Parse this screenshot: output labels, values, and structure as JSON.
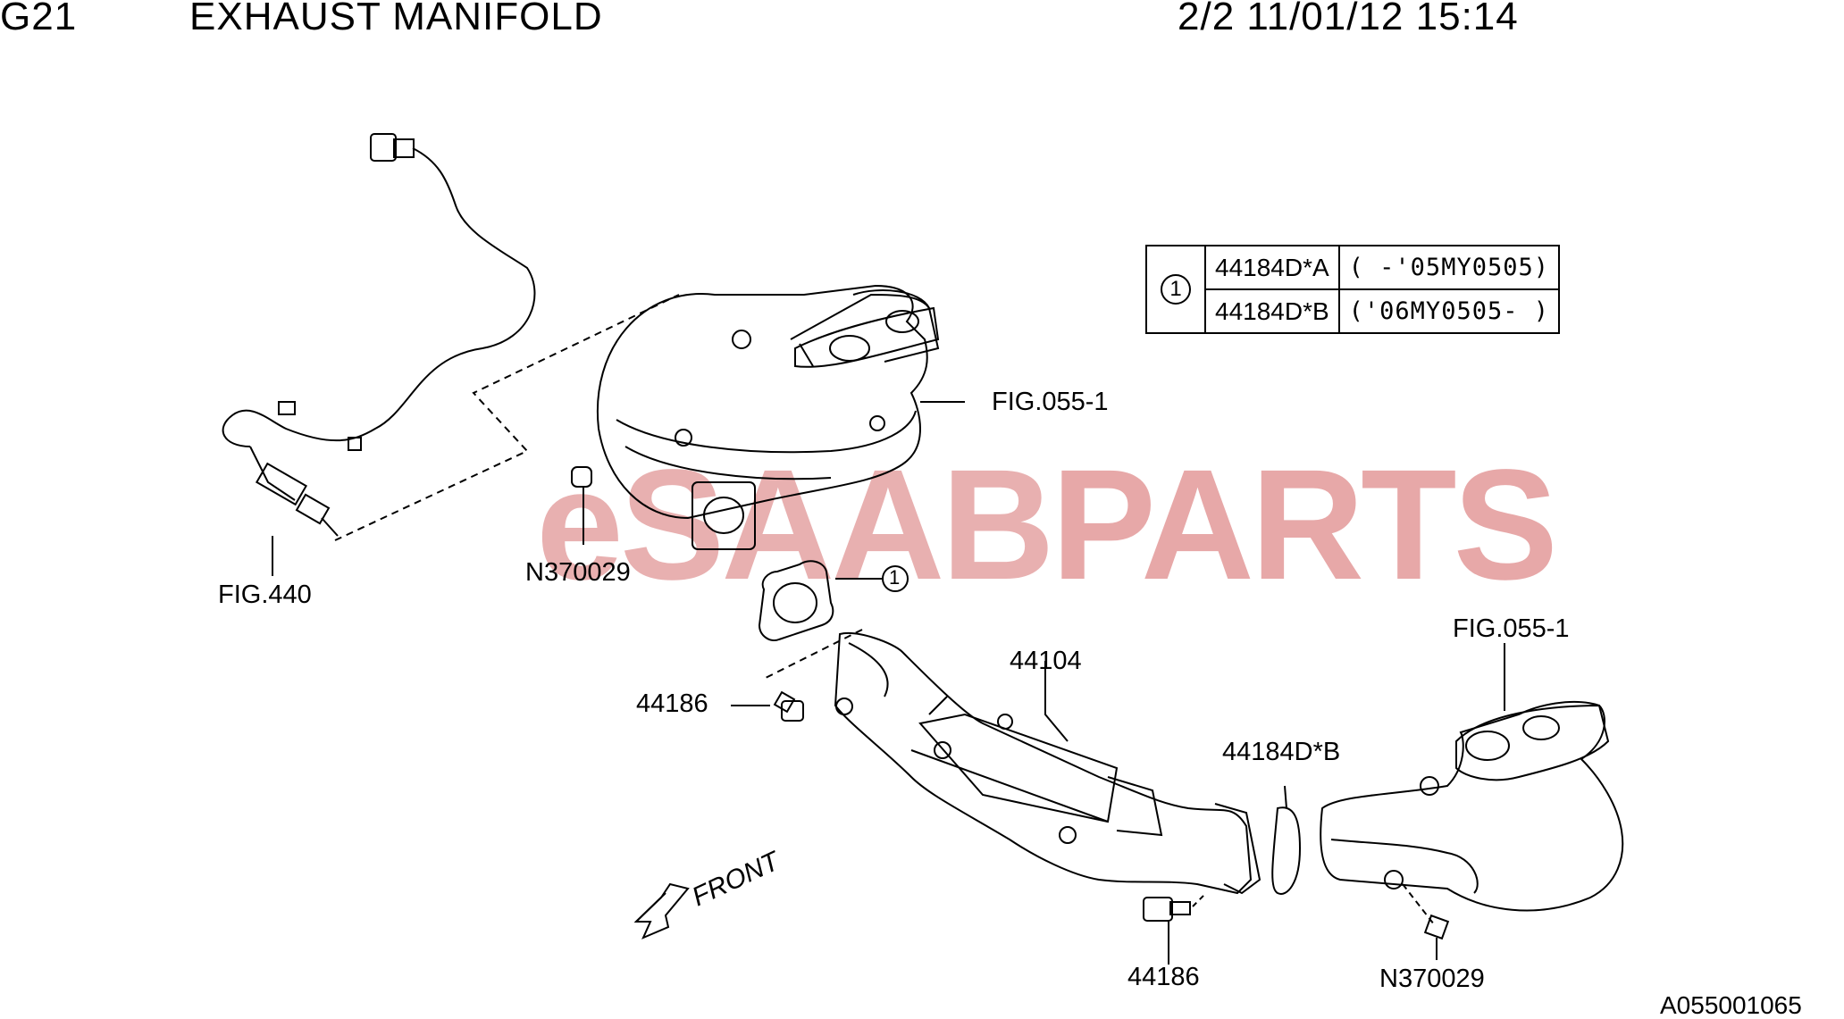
{
  "header": {
    "code": "G21",
    "title": "EXHAUST MANIFOLD",
    "page_date": "2/2 11/01/12 15:14"
  },
  "legend": {
    "callout": "1",
    "rows": [
      {
        "part": "44184D*A",
        "range": "( -'05MY0505)"
      },
      {
        "part": "44184D*B",
        "range": "('06MY0505- )"
      }
    ]
  },
  "labels": {
    "fig_055_1_top": "FIG.055-1",
    "fig_440": "FIG.440",
    "n370029_left": "N370029",
    "callout_1": "1",
    "fig_055_1_right": "FIG.055-1",
    "p44104": "44104",
    "p44186_left": "44186",
    "p44184db": "44184D*B",
    "p44186_bottom": "44186",
    "n370029_right": "N370029",
    "front": "FRONT"
  },
  "watermark": {
    "prefix": "eSAAB",
    "suffix": "PARTS"
  },
  "footer": {
    "code": "A055001065"
  }
}
